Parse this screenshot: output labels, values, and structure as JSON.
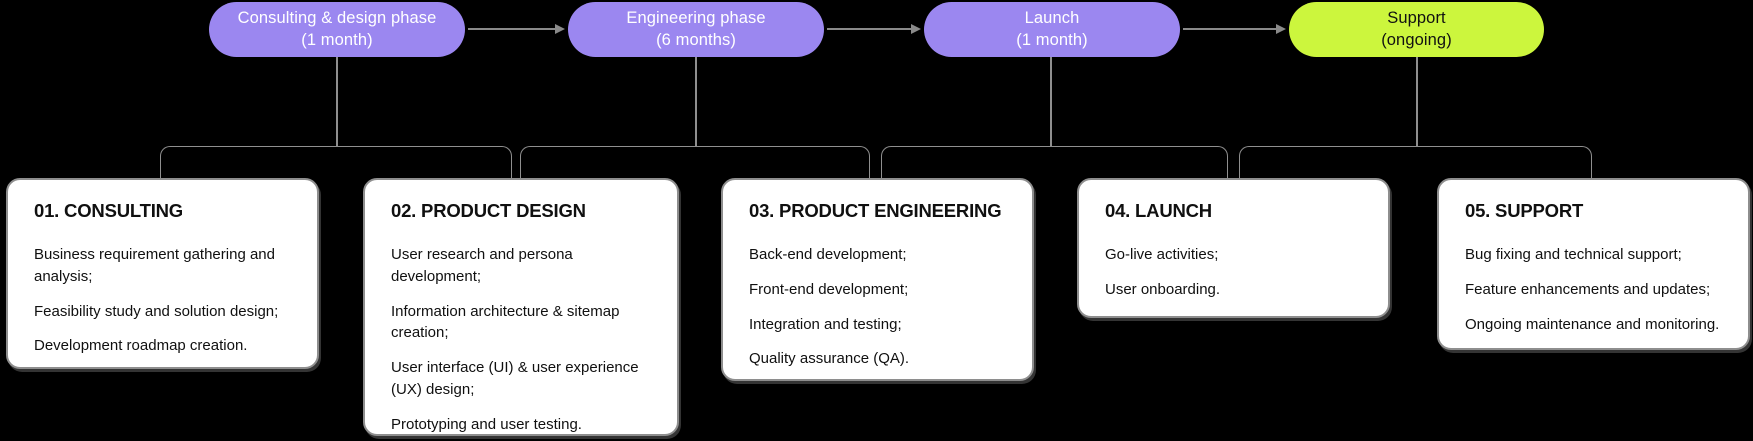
{
  "colors": {
    "background": "#000000",
    "phase_purple": "#9b87f0",
    "phase_lime": "#ccf63d",
    "connector_gray": "#8f8f8f",
    "card_background": "#ffffff",
    "card_border": "#8e8e8e",
    "text_dark": "#101010",
    "text_light": "#ffffff"
  },
  "phases": [
    {
      "name": "Consulting & design phase",
      "duration": "(1 month)",
      "color": "purple"
    },
    {
      "name": "Engineering phase",
      "duration": "(6 months)",
      "color": "purple"
    },
    {
      "name": "Launch",
      "duration": "(1 month)",
      "color": "purple"
    },
    {
      "name": "Support",
      "duration": "(ongoing)",
      "color": "lime"
    }
  ],
  "cards": [
    {
      "title": "01. CONSULTING",
      "items": [
        "Business requirement gathering and analysis;",
        "Feasibility study and solution design;",
        "Development roadmap creation."
      ]
    },
    {
      "title": "02. PRODUCT DESIGN",
      "items": [
        "User research and persona development;",
        "Information architecture & sitemap creation;",
        "User interface (UI) & user experience (UX) design;",
        "Prototyping and user testing."
      ]
    },
    {
      "title": "03. PRODUCT ENGINEERING",
      "items": [
        "Back-end development;",
        "Front-end development;",
        "Integration and testing;",
        "Quality assurance (QA)."
      ]
    },
    {
      "title": "04. LAUNCH",
      "items": [
        "Go-live activities;",
        "User onboarding."
      ]
    },
    {
      "title": "05. SUPPORT",
      "items": [
        "Bug fixing and technical support;",
        "Feature enhancements and updates;",
        "Ongoing maintenance and monitoring."
      ]
    }
  ]
}
